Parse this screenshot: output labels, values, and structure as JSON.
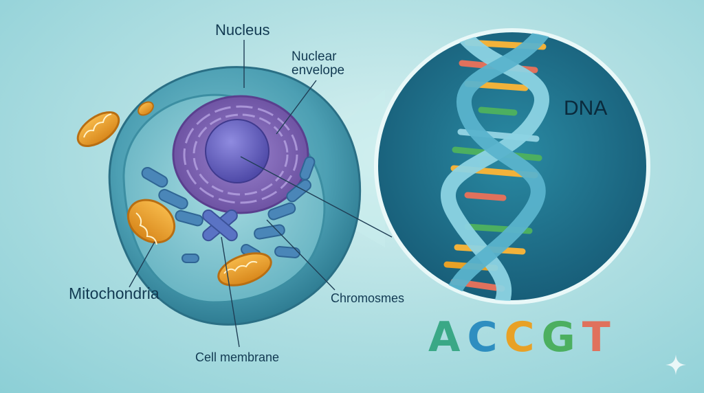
{
  "labels": {
    "nucleus": "Nucleus",
    "nuclear_envelope": "Nuclear envelope",
    "mitochondria": "Mitochondria",
    "chromosomes": "Chromosmes",
    "cell_membrane": "Cell membrane",
    "dna": "DNA"
  },
  "bases": [
    {
      "letter": "A",
      "color": "#3aa886"
    },
    {
      "letter": "C",
      "color": "#2e8ec0"
    },
    {
      "letter": "C",
      "color": "#e8a126"
    },
    {
      "letter": "G",
      "color": "#4caf60"
    },
    {
      "letter": "T",
      "color": "#e0715c"
    }
  ],
  "colors": {
    "cell_body": "#4fa7b8",
    "cell_interior": "#7cc4cf",
    "nucleus": "#7a5fb0",
    "nucleolus": "#6c67c9",
    "mitochondria": "#f0a32a",
    "organelles": "#4a86b8",
    "dna_circle_bg": "#1f6f8a",
    "label_text": "#123a52"
  },
  "icons": [
    "sparkle-icon"
  ]
}
